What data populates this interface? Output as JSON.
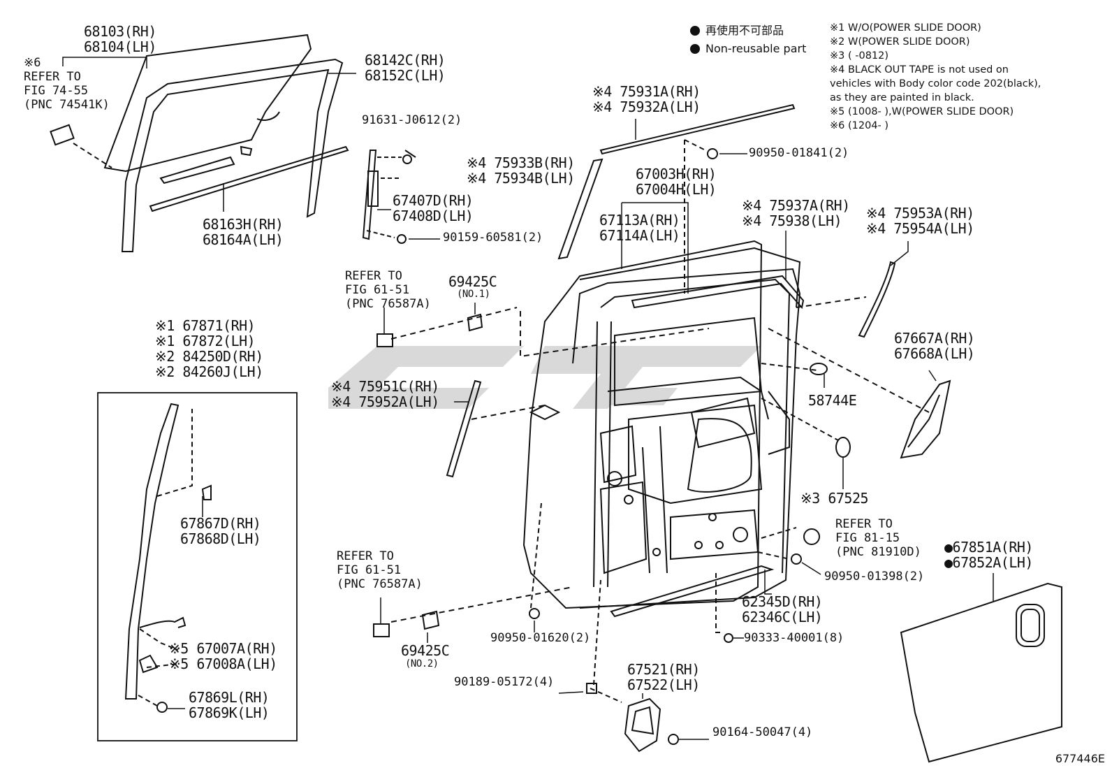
{
  "legend": {
    "nonreusable_jp": "再使用不可部品",
    "nonreusable_en": "Non-reusable part"
  },
  "notes": [
    "※1 W/O(POWER SLIDE DOOR)",
    "※2 W(POWER SLIDE DOOR)",
    "※3 (        -0812)",
    "※4 BLACK OUT TAPE is not used on",
    "      vehicles with Body color code 202(black),",
    "      as they are painted in black.",
    "※5 (1008-        ),W(POWER SLIDE DOOR)",
    "※6 (1204-        )"
  ],
  "labels": {
    "p68103": [
      "68103(RH)",
      "68104(LH)"
    ],
    "ref6": [
      "※6",
      "REFER TO",
      "FIG 74-55",
      "(PNC 74541K)"
    ],
    "p68142": [
      "68142C(RH)",
      "68152C(LH)"
    ],
    "p68163": [
      "68163H(RH)",
      "68164A(LH)"
    ],
    "p91631": [
      "91631-J0612(2)"
    ],
    "p67407": [
      "67407D(RH)",
      "67408D(LH)"
    ],
    "p90159": [
      "90159-60581(2)"
    ],
    "p75931": [
      "※4 75931A(RH)",
      "※4 75932A(LH)"
    ],
    "p90950a": [
      "90950-01841(2)"
    ],
    "p75933": [
      "※4 75933B(RH)",
      "※4 75934B(LH)"
    ],
    "p67003": [
      "67003H(RH)",
      "67004H(LH)"
    ],
    "p67113": [
      "67113A(RH)",
      "67114A(LH)"
    ],
    "p75937": [
      "※4 75937A(RH)",
      "※4 75938(LH)"
    ],
    "p75953": [
      "※4 75953A(RH)",
      "※4 75954A(LH)"
    ],
    "ref61a": [
      "REFER TO",
      "FIG 61-51",
      "(PNC 76587A)"
    ],
    "p69425a": [
      "69425C"
    ],
    "p69425a_no": [
      "(NO.1)"
    ],
    "p67871": [
      "※1 67871(RH)",
      "※1 67872(LH)",
      "※2 84250D(RH)",
      "※2 84260J(LH)"
    ],
    "p75951": [
      "※4 75951C(RH)",
      "※4 75952A(LH)"
    ],
    "p67667": [
      "67667A(RH)",
      "67668A(LH)"
    ],
    "p58744": [
      "58744E"
    ],
    "p67525": [
      "※3 67525"
    ],
    "p67867": [
      "67867D(RH)",
      "67868D(LH)"
    ],
    "ref81": [
      "REFER TO",
      "FIG 81-15",
      "(PNC 81910D)"
    ],
    "p67851": [
      "●67851A(RH)",
      "●67852A(LH)"
    ],
    "ref61b": [
      "REFER TO",
      "FIG 61-51",
      "(PNC 76587A)"
    ],
    "p90950b": [
      "90950-01398(2)"
    ],
    "p62345": [
      "62345D(RH)",
      "62346C(LH)"
    ],
    "p69425b": [
      "69425C"
    ],
    "p69425b_no": [
      "(NO.2)"
    ],
    "p90950c": [
      "90950-01620(2)"
    ],
    "p90333": [
      "90333-40001(8)"
    ],
    "p67007": [
      "※5 67007A(RH)",
      "※5 67008A(LH)"
    ],
    "p90189": [
      "90189-05172(4)"
    ],
    "p67521": [
      "67521(RH)",
      "67522(LH)"
    ],
    "p67869": [
      "67869L(RH)",
      "67869K(LH)"
    ],
    "p90164": [
      "90164-50047(4)"
    ]
  },
  "figure_id": "677446E"
}
